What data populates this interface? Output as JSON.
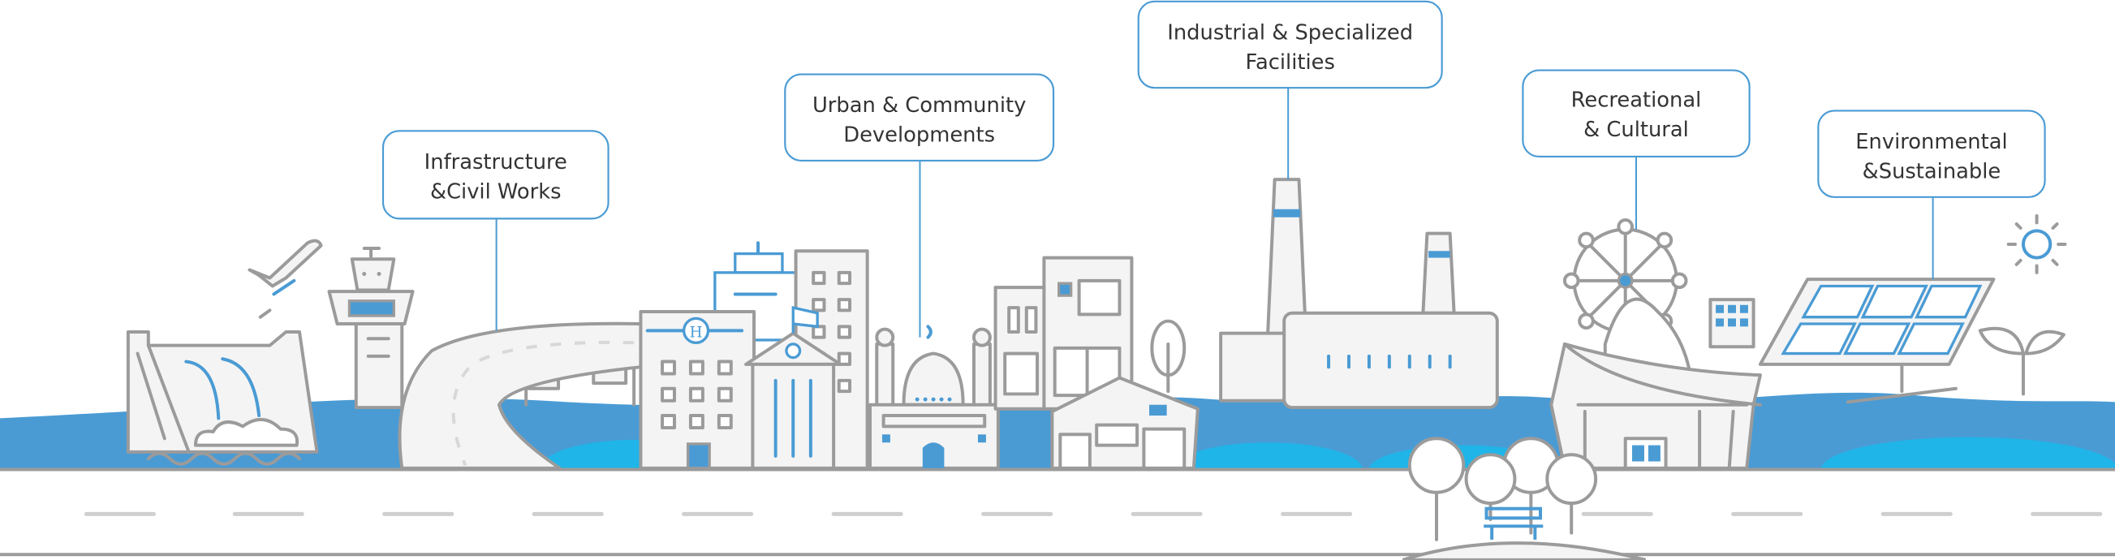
{
  "title": "Project Sectors Cityscape",
  "categories": [
    {
      "id": "infrastructure",
      "lines": [
        "Infrastructure",
        "&Civil Works"
      ]
    },
    {
      "id": "urban",
      "lines": [
        "Urban & Community",
        "Developments"
      ]
    },
    {
      "id": "industrial",
      "lines": [
        "Industrial & Specialized",
        "Facilities"
      ]
    },
    {
      "id": "recreational",
      "lines": [
        "Recreational",
        "& Cultural"
      ]
    },
    {
      "id": "environmental",
      "lines": [
        "Environmental",
        "&Sustainable"
      ]
    }
  ],
  "colors": {
    "accent": "#4a9bd4",
    "water_light": "#1fb5e8",
    "outline": "#9b9b9b",
    "fill": "#f4f4f4"
  }
}
